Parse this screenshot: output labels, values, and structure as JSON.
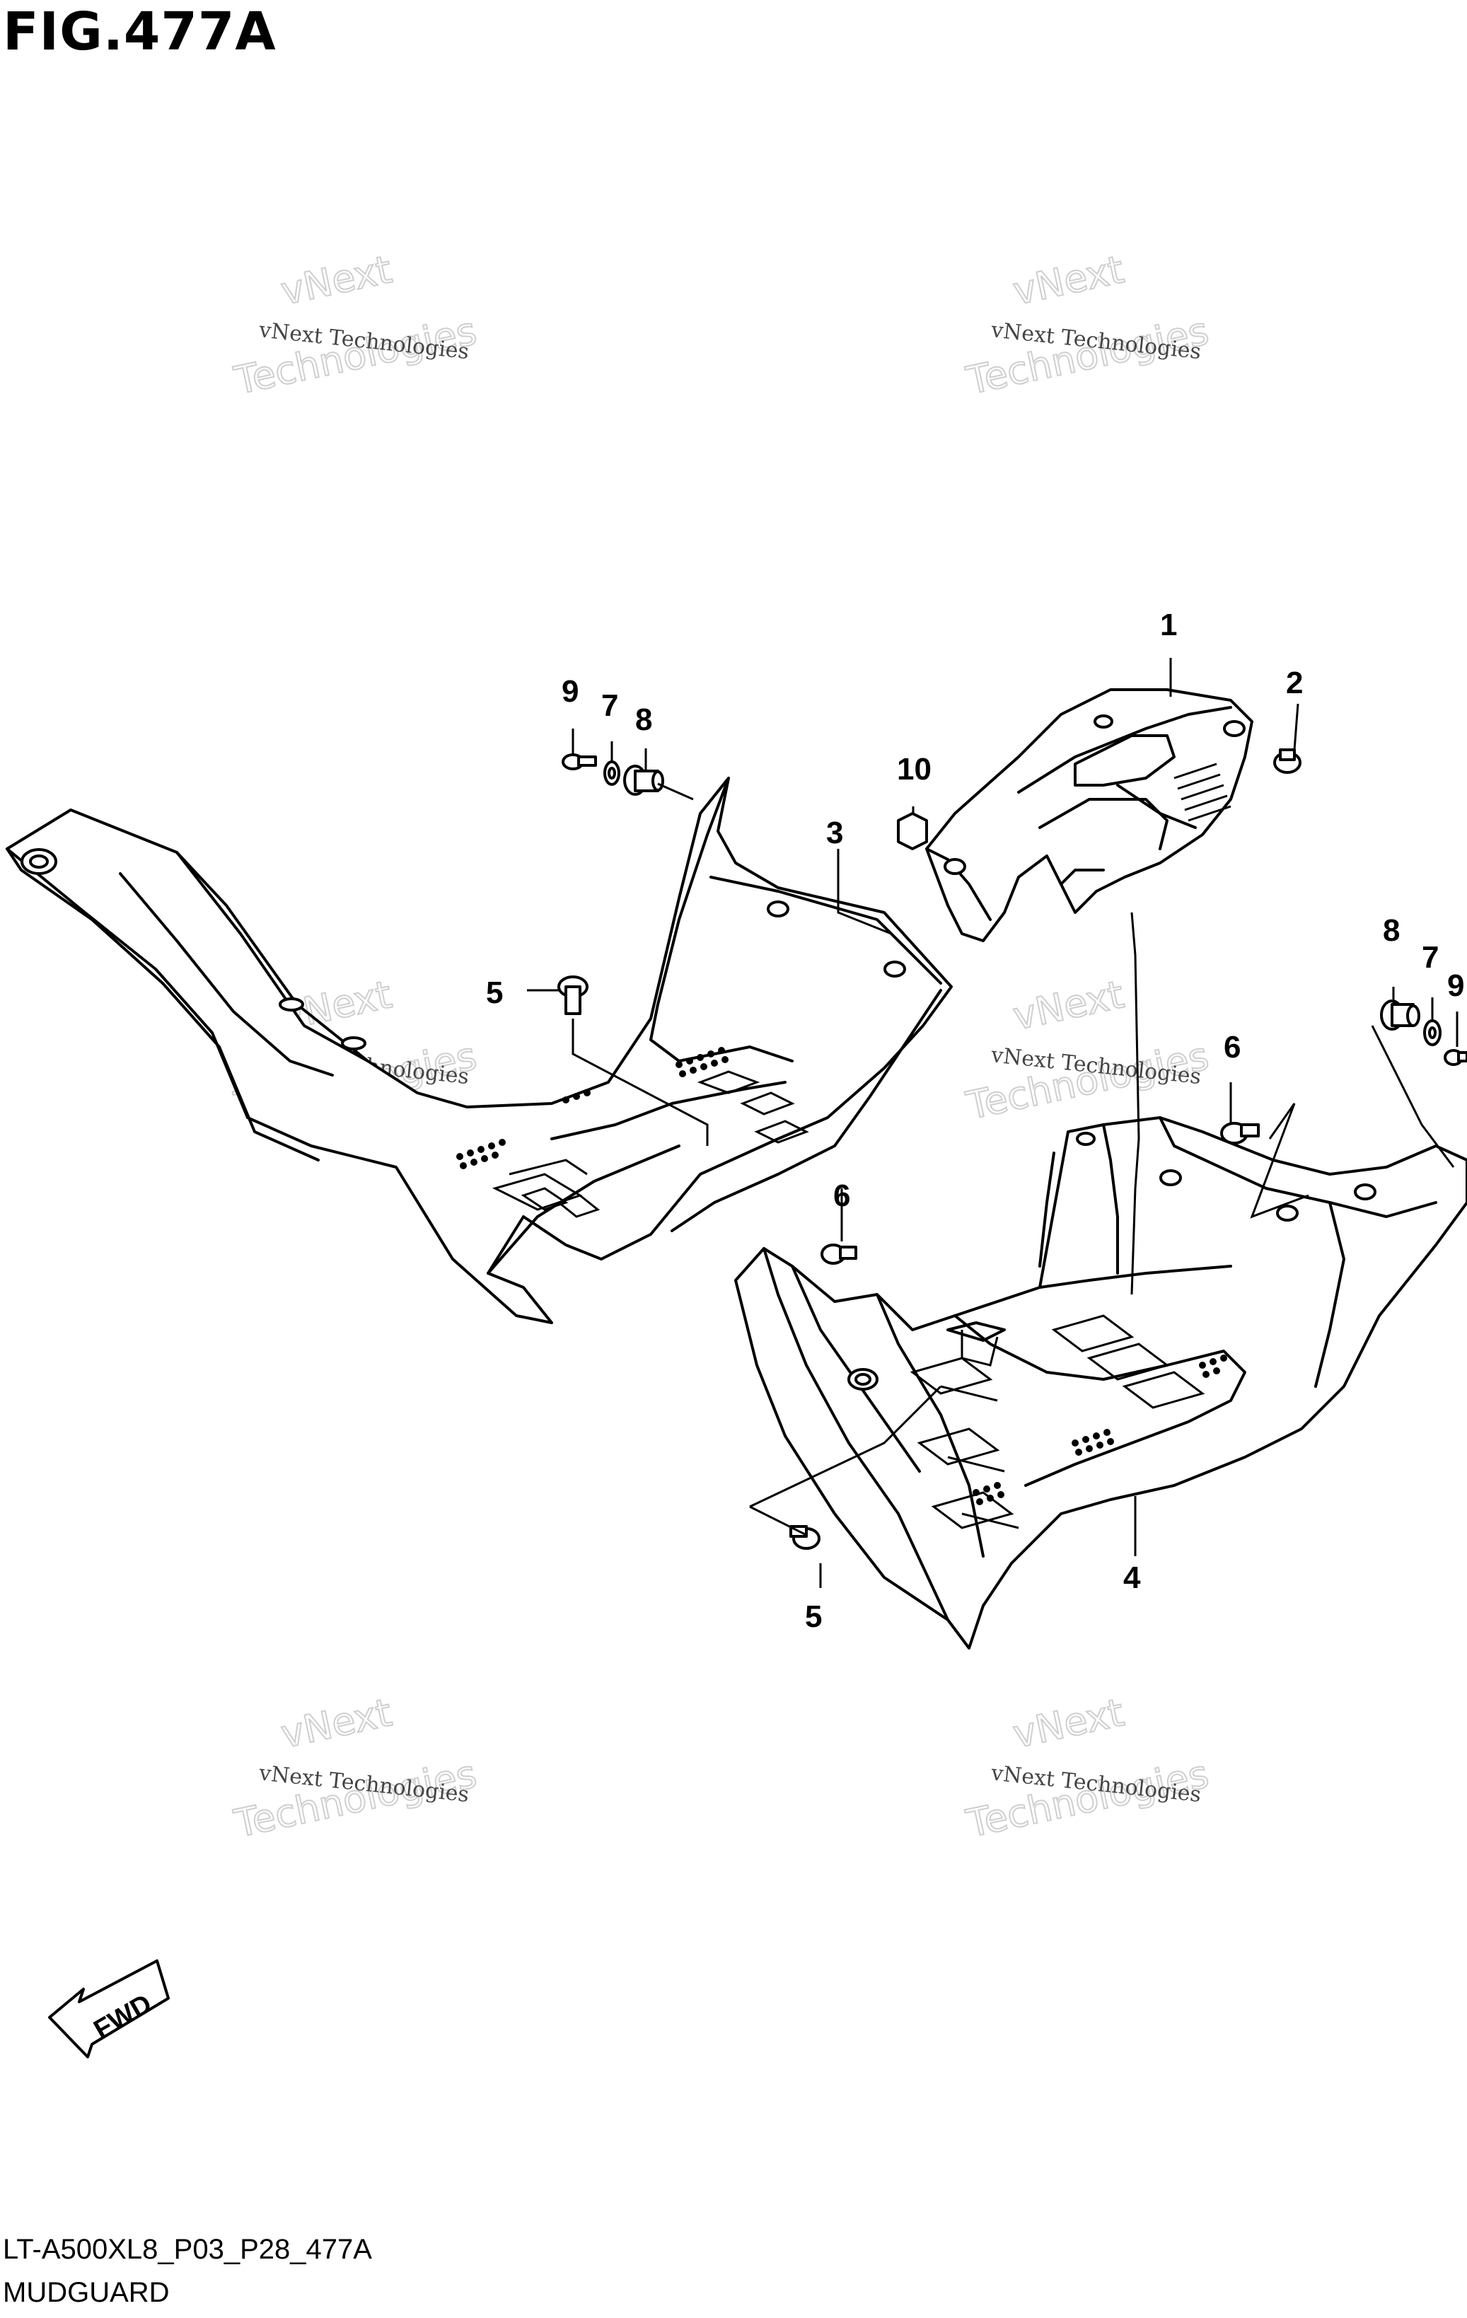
{
  "figure": {
    "title": "FIG.477A"
  },
  "footer": {
    "code": "LT-A500XL8_P03_P28_477A",
    "name": "MUDGUARD"
  },
  "watermark": {
    "line1": "vNext",
    "line2": "vNext Technologies",
    "line3": "Technologies"
  },
  "fwd_label": "FWD",
  "callouts": [
    {
      "id": "c1",
      "label": "1"
    },
    {
      "id": "c2",
      "label": "2"
    },
    {
      "id": "c3",
      "label": "3"
    },
    {
      "id": "c4",
      "label": "4"
    },
    {
      "id": "c5a",
      "label": "5"
    },
    {
      "id": "c5b",
      "label": "5"
    },
    {
      "id": "c6a",
      "label": "6"
    },
    {
      "id": "c6b",
      "label": "6"
    },
    {
      "id": "c7a",
      "label": "7"
    },
    {
      "id": "c7b",
      "label": "7"
    },
    {
      "id": "c8a",
      "label": "8"
    },
    {
      "id": "c8b",
      "label": "8"
    },
    {
      "id": "c9a",
      "label": "9"
    },
    {
      "id": "c9b",
      "label": "9"
    },
    {
      "id": "c10",
      "label": "10"
    }
  ]
}
